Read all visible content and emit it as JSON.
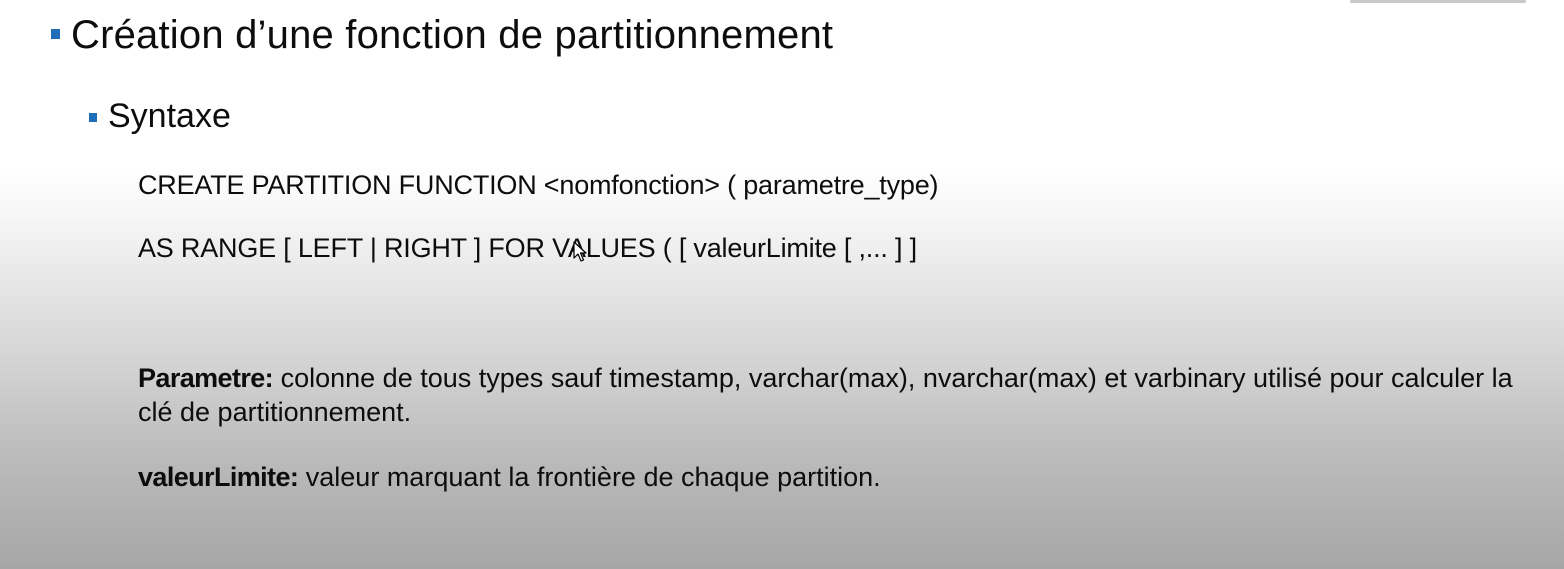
{
  "slide": {
    "title": "Création d’une fonction de partitionnement",
    "subtitle": "Syntaxe",
    "code_lines": [
      "CREATE PARTITION FUNCTION <nomfonction> ( parametre_type)",
      "AS RANGE [ LEFT | RIGHT ] FOR VALUES ( [ valeurLimite [ ,... ] ]"
    ],
    "definitions": [
      {
        "term": "Parametre:",
        "text": "colonne de tous types sauf timestamp, varchar(max), nvarchar(max) et varbinary utilisé pour calculer la clé de partitionnement."
      },
      {
        "term": "valeurLimite:",
        "text": "valeur marquant la frontière de chaque partition."
      }
    ]
  },
  "icons": {
    "bullet": "square-bullet",
    "cursor": "mouse-pointer-icon"
  },
  "colors": {
    "bullet": "#1f6fb8",
    "text": "#0d0d0d"
  }
}
